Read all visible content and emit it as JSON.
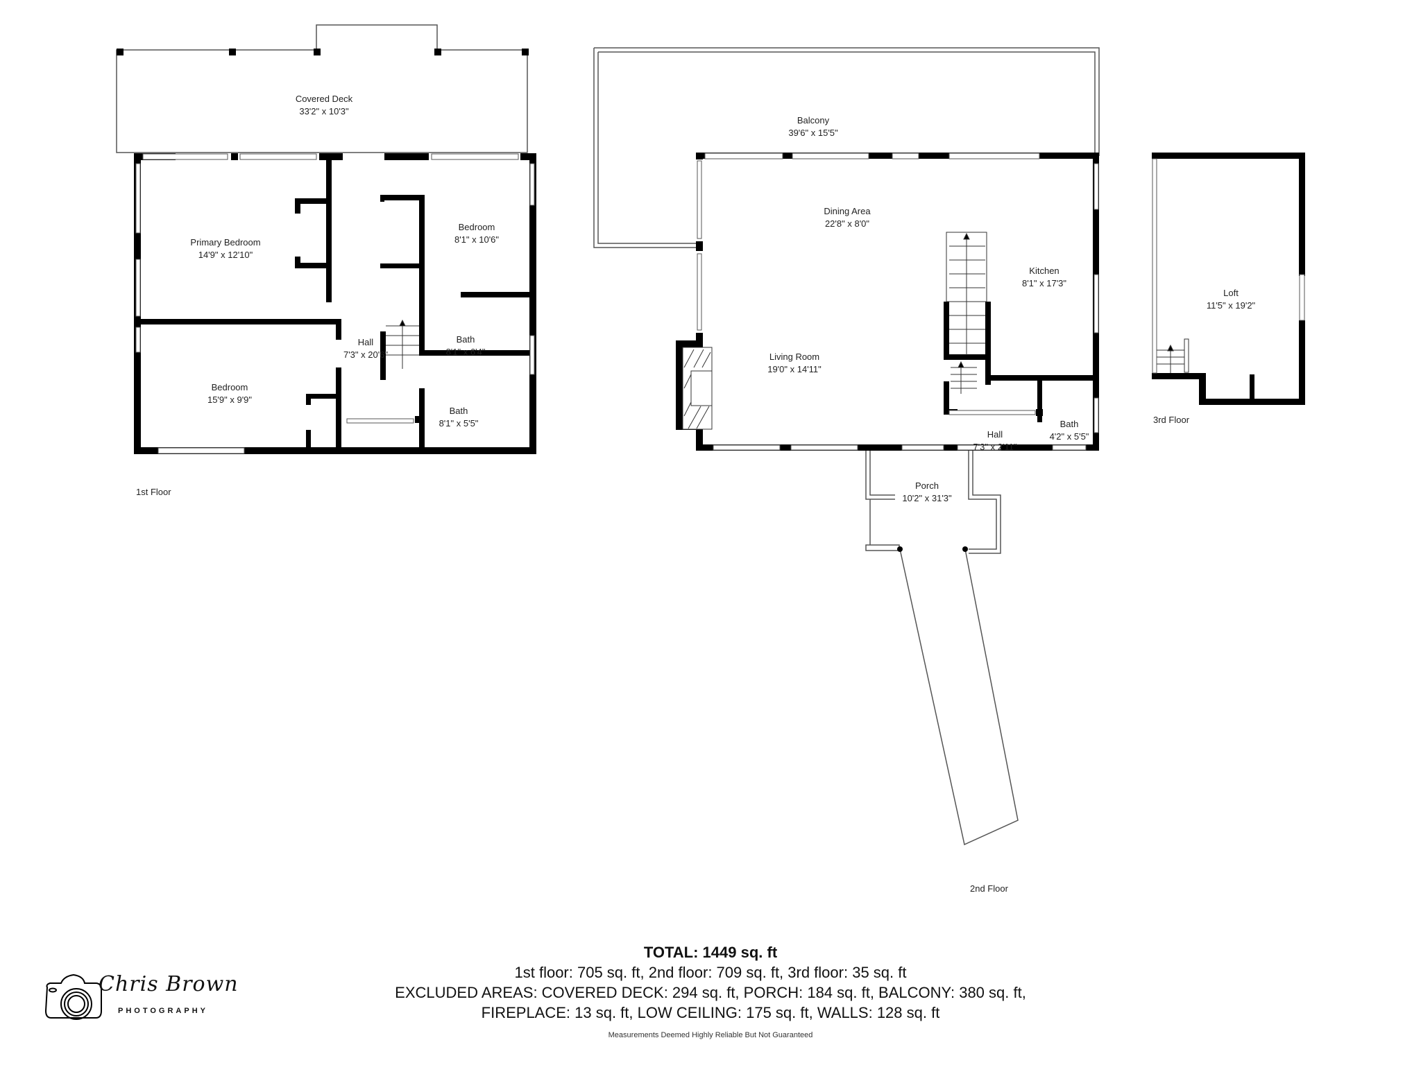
{
  "floors": [
    {
      "label": "1st Floor",
      "rooms": [
        {
          "name": "Covered Deck",
          "dims": "33'2\" x 10'3\""
        },
        {
          "name": "Primary Bedroom",
          "dims": "14'9\" x 12'10\""
        },
        {
          "name": "Bedroom",
          "dims": "8'1\" x 10'6\""
        },
        {
          "name": "Hall",
          "dims": "7'3\" x 20'6\""
        },
        {
          "name": "Bath",
          "dims": "8'1\" x 6'4\""
        },
        {
          "name": "Bedroom",
          "dims": "15'9\" x 9'9\""
        },
        {
          "name": "Bath",
          "dims": "8'1\" x 5'5\""
        }
      ]
    },
    {
      "label": "2nd Floor",
      "rooms": [
        {
          "name": "Balcony",
          "dims": "39'6\" x 15'5\""
        },
        {
          "name": "Dining Area",
          "dims": "22'8\" x 8'0\""
        },
        {
          "name": "Kitchen",
          "dims": "8'1\" x 17'3\""
        },
        {
          "name": "Living Room",
          "dims": "19'0\" x 14'11\""
        },
        {
          "name": "Hall",
          "dims": "7'3\" x 2'11\""
        },
        {
          "name": "Bath",
          "dims": "4'2\" x 5'5\""
        },
        {
          "name": "Porch",
          "dims": "10'2\" x 31'3\""
        }
      ]
    },
    {
      "label": "3rd Floor",
      "rooms": [
        {
          "name": "Loft",
          "dims": "11'5\" x 19'2\""
        }
      ]
    }
  ],
  "summary": {
    "total": "TOTAL: 1449 sq. ft",
    "floors_line": "1st floor: 705 sq. ft, 2nd floor: 709 sq. ft, 3rd floor: 35 sq. ft",
    "excluded_line1": "EXCLUDED AREAS: COVERED DECK: 294 sq. ft, PORCH: 184 sq. ft, BALCONY: 380 sq. ft,",
    "excluded_line2": "FIREPLACE: 13 sq. ft, LOW CEILING: 175 sq. ft, WALLS: 128 sq. ft",
    "disclaimer": "Measurements Deemed Highly Reliable But Not Guaranteed"
  },
  "logo": {
    "script": "Chris Brown",
    "subtitle": "PHOTOGRAPHY",
    "icon": "camera-icon"
  },
  "colors": {
    "wall": "#000000",
    "line": "#555555",
    "background": "#ffffff"
  }
}
